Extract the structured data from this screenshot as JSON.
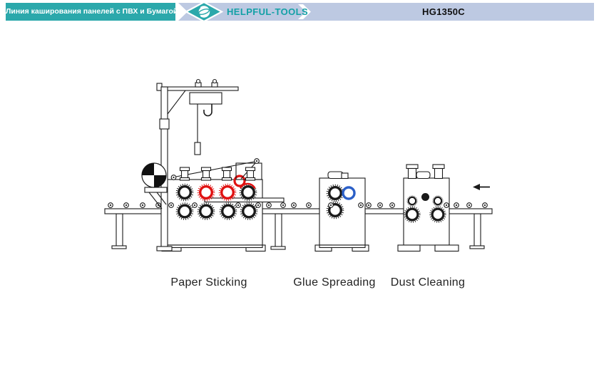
{
  "header": {
    "title": "Линия каширования панелей с ПВХ и Бумагой",
    "brand": "HELPFUL-TOOLS",
    "model": "HG1350C"
  },
  "stations": [
    {
      "label": "Paper Sticking"
    },
    {
      "label": "Glue Spreading"
    },
    {
      "label": "Dust Cleaning"
    }
  ],
  "flow": {
    "direction": "right-to-left"
  },
  "colors": {
    "banner_teal": "#2BA8AB",
    "band_blue": "#BDC9E2",
    "brand_teal": "#13A0A6",
    "roller_red": "#E01111",
    "roller_blue": "#2B5FC7",
    "diagram_line": "#1A1A1A"
  },
  "icons": {
    "logo": "globe-diamond-icon",
    "header_chevron": "chevron-right-icon",
    "flow": "left-arrow-icon"
  }
}
